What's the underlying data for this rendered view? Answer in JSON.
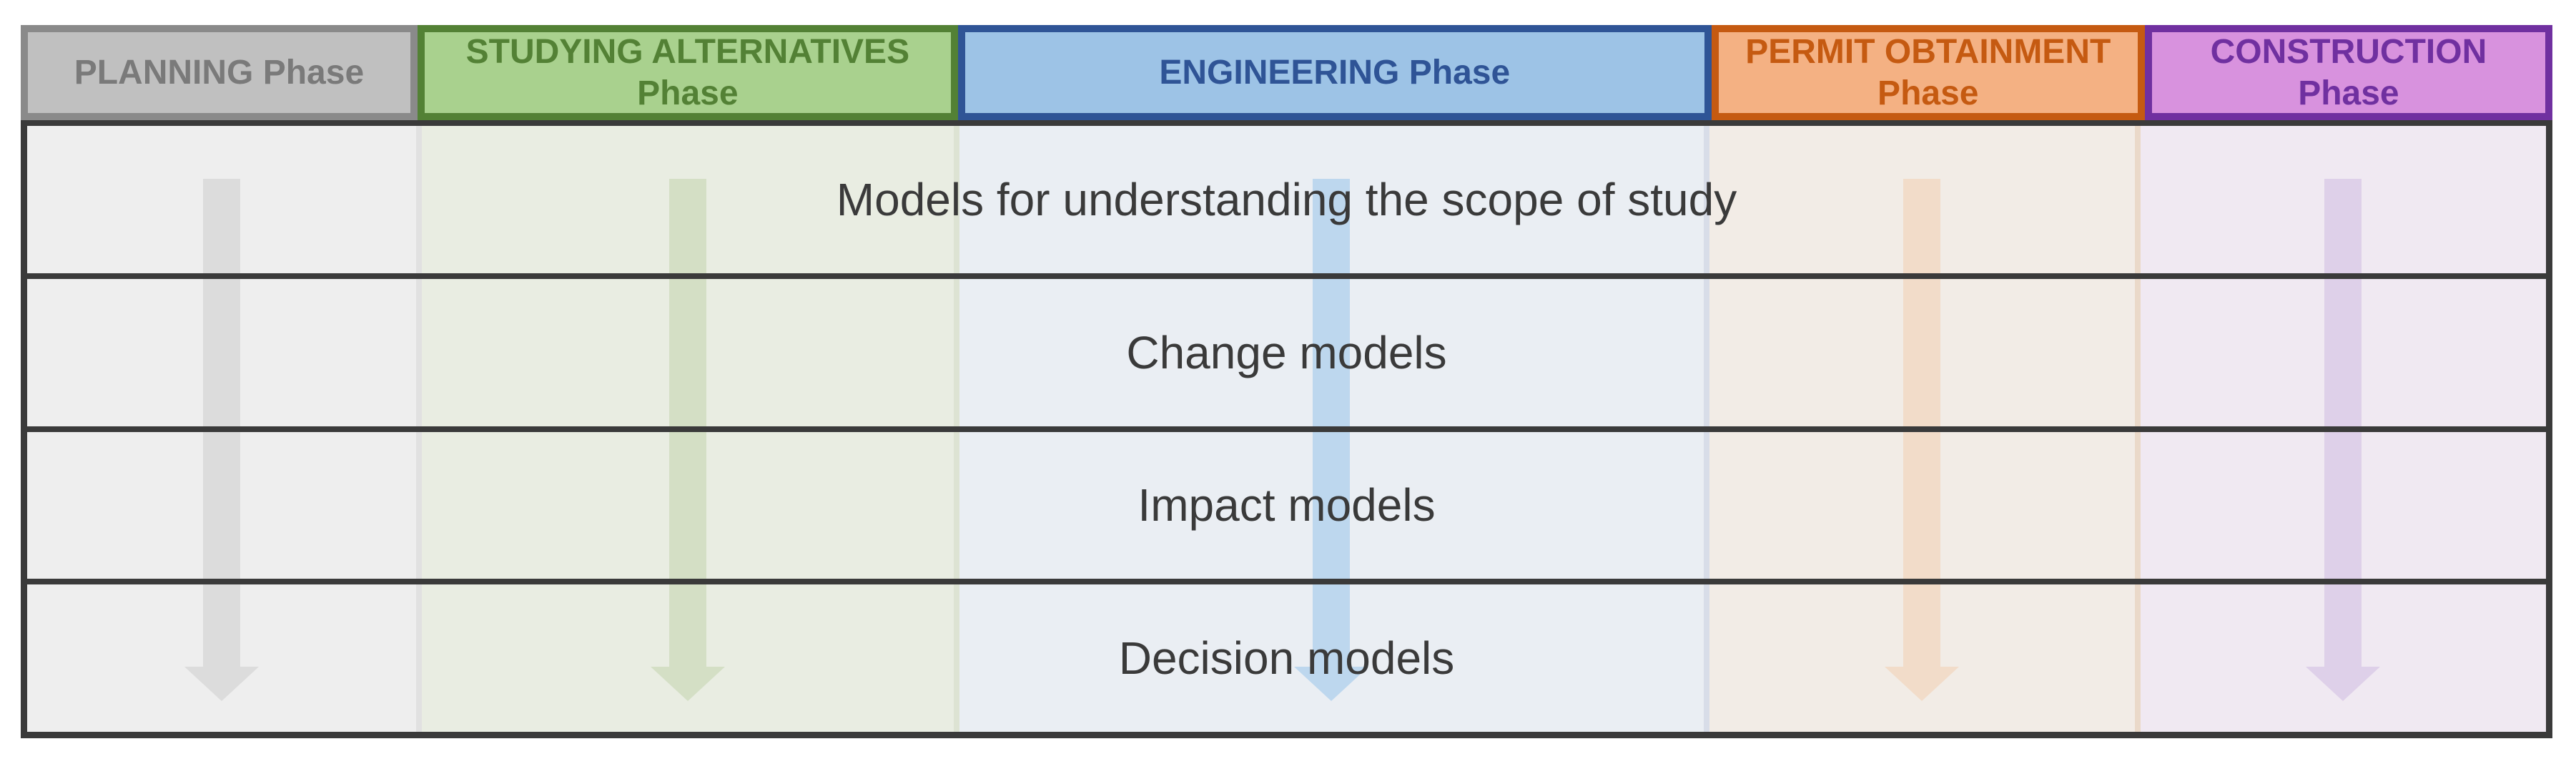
{
  "frame_color": "#3a3a3a",
  "phases": [
    {
      "label": "PLANNING Phase",
      "colors": {
        "fill": "#c0c0c0",
        "border": "#8a8a8a",
        "text": "#7a7a7a",
        "body": "#eeeeee",
        "divider": "#e1e1e1",
        "arrow": "#dcdcdc"
      }
    },
    {
      "label": "STUDYING ALTERNATIVES Phase",
      "colors": {
        "fill": "#a9d18e",
        "border": "#538135",
        "text": "#538135",
        "body": "#e9ede2",
        "divider": "#dde3d3",
        "arrow": "#d4dfc5"
      }
    },
    {
      "label": "ENGINEERING Phase",
      "colors": {
        "fill": "#9dc3e6",
        "border": "#2f5496",
        "text": "#2f5496",
        "body": "#eaeef3",
        "divider": "#d8dde8",
        "arrow": "#bdd7ee"
      }
    },
    {
      "label": "PERMIT OBTAINMENT Phase",
      "colors": {
        "fill": "#f4b183",
        "border": "#c55a11",
        "text": "#c55a11",
        "body": "#f2ece6",
        "divider": "#ead9c9",
        "arrow": "#f2dcc9"
      }
    },
    {
      "label": "CONSTRUCTION Phase",
      "colors": {
        "fill": "#d892de",
        "border": "#7030a0",
        "text": "#7030a0",
        "body": "#f0e9f2",
        "divider": "#e5d9ec",
        "arrow": "#ded0e9"
      }
    }
  ],
  "rows": [
    {
      "label": "Models for understanding the scope of study"
    },
    {
      "label": "Change models"
    },
    {
      "label": "Impact models"
    },
    {
      "label": "Decision models"
    }
  ]
}
